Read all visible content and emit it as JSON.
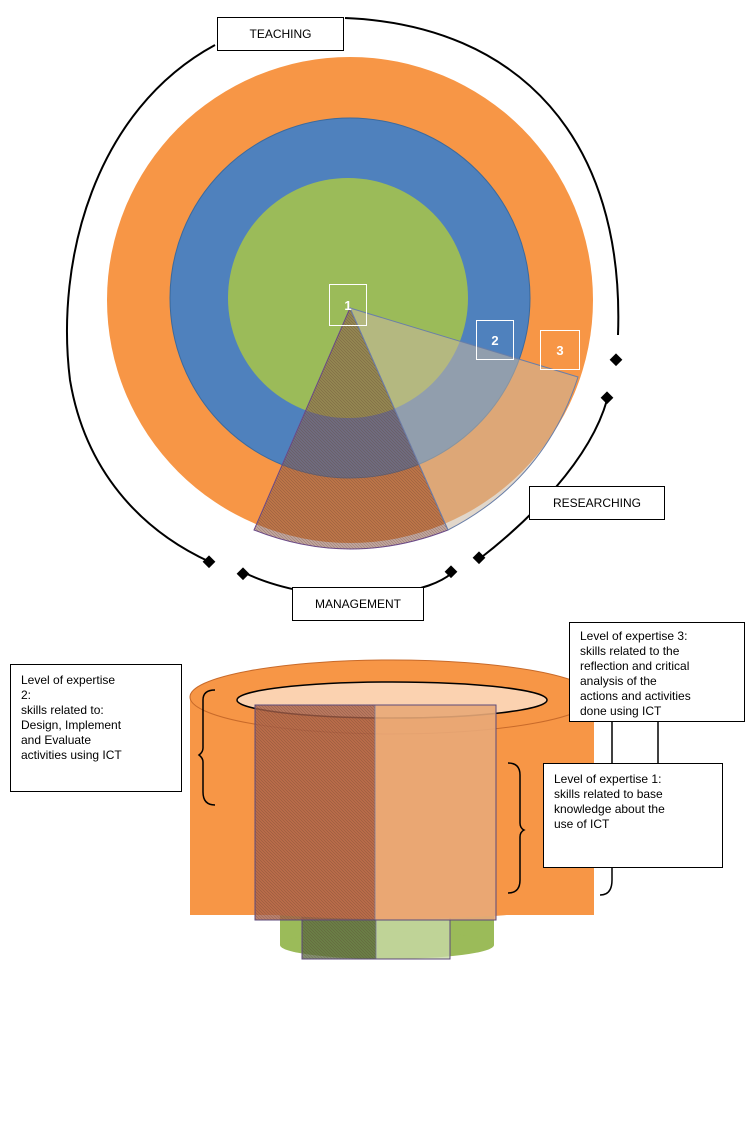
{
  "wheel": {
    "label_teaching": "TEACHING",
    "label_researching": "RESEARCHING",
    "label_management": "MANAGEMENT",
    "marker_1": "1",
    "marker_2": "2",
    "marker_3": "3"
  },
  "cylinders": {
    "level_3_text": "Level of expertise  3:\nskills related to the\nreflection and critical\nanalysis of the\nactions and activities\ndone using ICT",
    "level_2_text": "Level of expertise\n2:\nskills related to:\nDesign, Implement\nand Evaluate\nactivities using ICT",
    "level_1_text": "Level of expertise 1:\nskills related to base\nknowledge about the\nuse of ICT"
  },
  "colors": {
    "orange": "#f79646",
    "blue": "#4f81bd",
    "green": "#9bbb59",
    "wedge_brown": "#9b6a55",
    "wedge_tan": "#e7a878"
  }
}
